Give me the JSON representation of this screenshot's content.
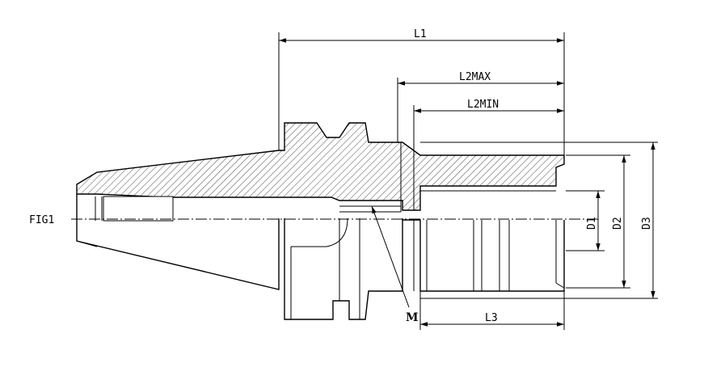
{
  "figure_label": "FIG1",
  "dimensions": {
    "l1": "L1",
    "l2max": "L2MAX",
    "l2min": "L2MIN",
    "l3": "L3",
    "d1": "D1",
    "d2": "D2",
    "d3": "D3"
  },
  "callout": "M"
}
